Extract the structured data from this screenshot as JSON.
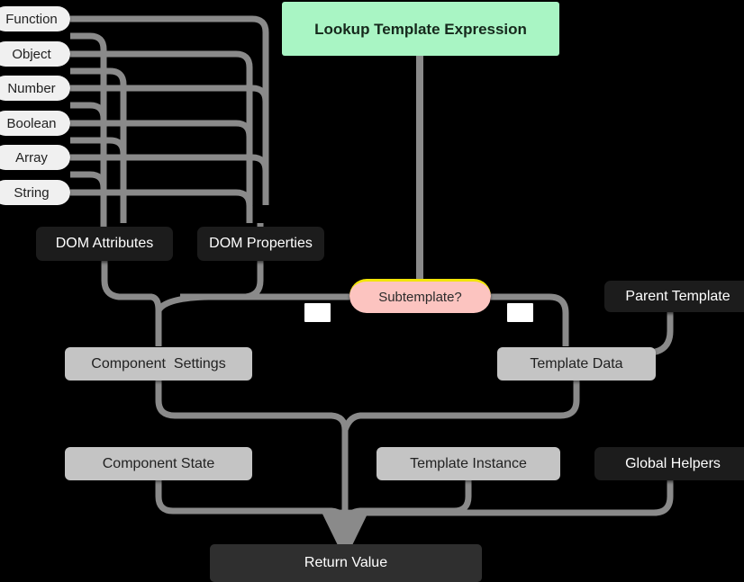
{
  "diagram": {
    "title": "Lookup Template Expression",
    "background": "#000000",
    "edge_color": "#8a8a8a",
    "nodes": {
      "type_function": "Function",
      "type_object": "Object",
      "type_number": "Number",
      "type_boolean": "Boolean",
      "type_array": "Array",
      "type_string": "String",
      "lookup_template_expression": "Lookup Template Expression",
      "dom_attributes": "DOM Attributes",
      "dom_properties": "DOM Properties",
      "subtemplate": "Subtemplate?",
      "parent_template": "Parent Template",
      "component_settings": "Component  Settings",
      "template_data": "Template Data",
      "component_state": "Component State",
      "template_instance": "Template Instance",
      "global_helpers": "Global Helpers",
      "return_value": "Return Value"
    },
    "edge_labels": {
      "subtemplate_no": "",
      "subtemplate_yes": ""
    },
    "colors": {
      "start_node": "#a9f5c4",
      "decision_node": "#fcc4c0",
      "decision_accent": "#f2e408",
      "dark_node": "#1c1c1c",
      "gray_node": "#c4c4c4",
      "return_node": "#2f2f2f",
      "pill_node": "#f0f0f0"
    }
  }
}
